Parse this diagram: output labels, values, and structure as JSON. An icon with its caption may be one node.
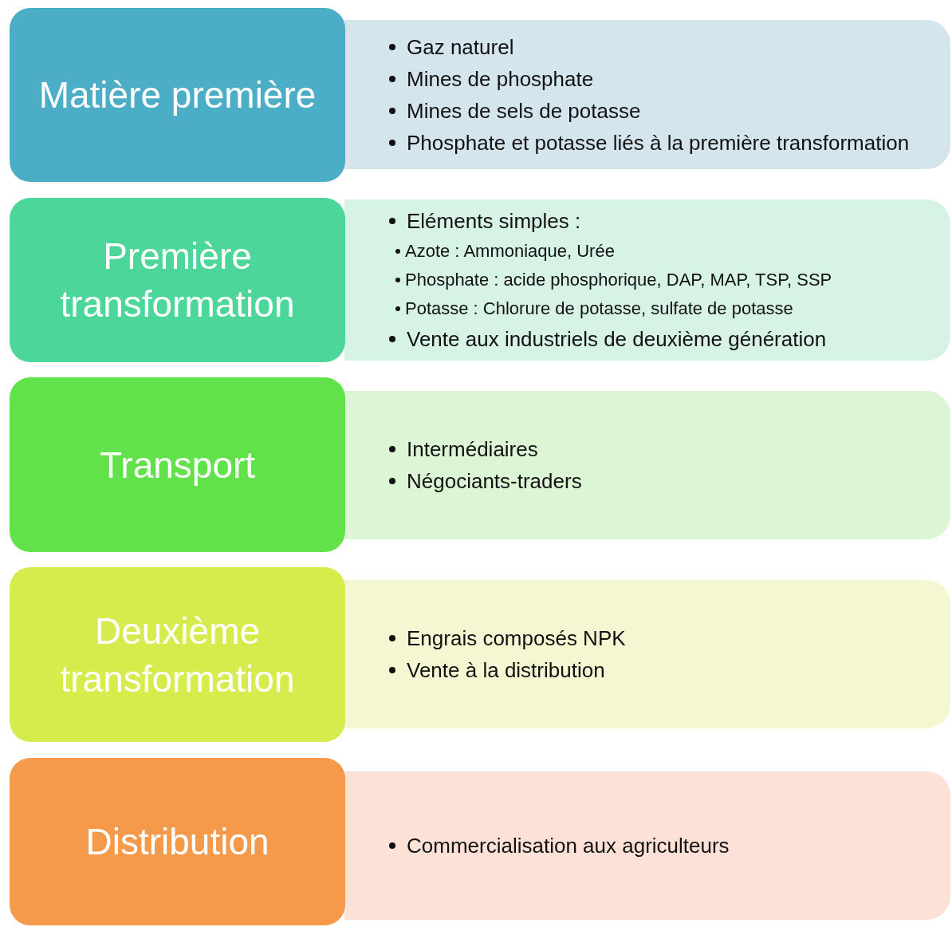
{
  "diagram": {
    "nodes": [
      {
        "text": [
          "Matière première"
        ]
      },
      {
        "text": [
          "Gaz naturel",
          "Mines de phosphate",
          "Mines de sels de potasse",
          "Phosphate et potasse liés à la première transformation"
        ]
      },
      {
        "text": [
          "Première transformation"
        ]
      },
      {
        "text": [
          "Eléments simples :",
          "Azote : Ammoniaque, Urée",
          "Phosphate : acide phosphorique, DAP, MAP, TSP, SSP",
          "Potasse : Chlorure de potasse, sulfate de potasse",
          "Vente aux industriels de deuxième génération"
        ]
      },
      {
        "text": [
          "Transport"
        ]
      },
      {
        "text": [
          "Intermédiaires",
          "Négociants-traders"
        ]
      },
      {
        "text": [
          "Deuxième transformation"
        ]
      },
      {
        "text": [
          "Engrais composés NPK",
          "Vente à la distribution"
        ]
      },
      {
        "text": [
          "Distribution"
        ]
      },
      {
        "text": [
          "Commercialisation aux agriculteurs"
        ]
      }
    ]
  }
}
